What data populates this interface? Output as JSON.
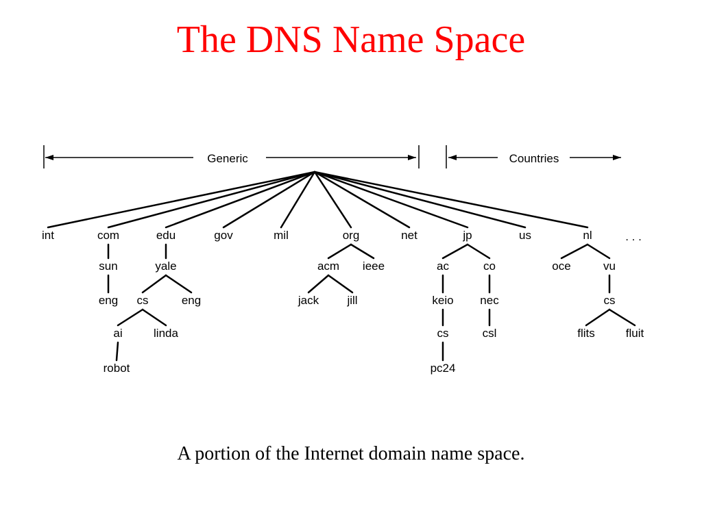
{
  "title": "The DNS Name Space",
  "caption": "A portion of the Internet domain name space.",
  "brackets": {
    "generic": "Generic",
    "countries": "Countries"
  },
  "colors": {
    "title": "#ff0000",
    "text": "#000000"
  },
  "tree": {
    "root": "",
    "children": [
      {
        "id": "int",
        "label": "int"
      },
      {
        "id": "com",
        "label": "com",
        "children": [
          {
            "id": "sun",
            "label": "sun",
            "children": [
              {
                "id": "sun-eng",
                "label": "eng"
              }
            ]
          }
        ]
      },
      {
        "id": "edu",
        "label": "edu",
        "children": [
          {
            "id": "yale",
            "label": "yale",
            "children": [
              {
                "id": "yale-cs",
                "label": "cs",
                "children": [
                  {
                    "id": "ai",
                    "label": "ai",
                    "children": [
                      {
                        "id": "robot",
                        "label": "robot"
                      }
                    ]
                  },
                  {
                    "id": "linda",
                    "label": "linda"
                  }
                ]
              },
              {
                "id": "yale-eng",
                "label": "eng"
              }
            ]
          }
        ]
      },
      {
        "id": "gov",
        "label": "gov"
      },
      {
        "id": "mil",
        "label": "mil"
      },
      {
        "id": "org",
        "label": "org",
        "children": [
          {
            "id": "acm",
            "label": "acm",
            "children": [
              {
                "id": "jack",
                "label": "jack"
              },
              {
                "id": "jill",
                "label": "jill"
              }
            ]
          },
          {
            "id": "ieee",
            "label": "ieee"
          }
        ]
      },
      {
        "id": "net",
        "label": "net"
      },
      {
        "id": "jp",
        "label": "jp",
        "children": [
          {
            "id": "ac",
            "label": "ac",
            "children": [
              {
                "id": "keio",
                "label": "keio",
                "children": [
                  {
                    "id": "keio-cs",
                    "label": "cs",
                    "children": [
                      {
                        "id": "pc24",
                        "label": "pc24"
                      }
                    ]
                  }
                ]
              }
            ]
          },
          {
            "id": "co",
            "label": "co",
            "children": [
              {
                "id": "nec",
                "label": "nec",
                "children": [
                  {
                    "id": "csl",
                    "label": "csl"
                  }
                ]
              }
            ]
          }
        ]
      },
      {
        "id": "us",
        "label": "us"
      },
      {
        "id": "nl",
        "label": "nl",
        "children": [
          {
            "id": "oce",
            "label": "oce"
          },
          {
            "id": "vu",
            "label": "vu",
            "children": [
              {
                "id": "vu-cs",
                "label": "cs",
                "children": [
                  {
                    "id": "flits",
                    "label": "flits"
                  },
                  {
                    "id": "fluit",
                    "label": "fluit"
                  }
                ]
              }
            ]
          }
        ]
      }
    ]
  },
  "more": ". . ."
}
